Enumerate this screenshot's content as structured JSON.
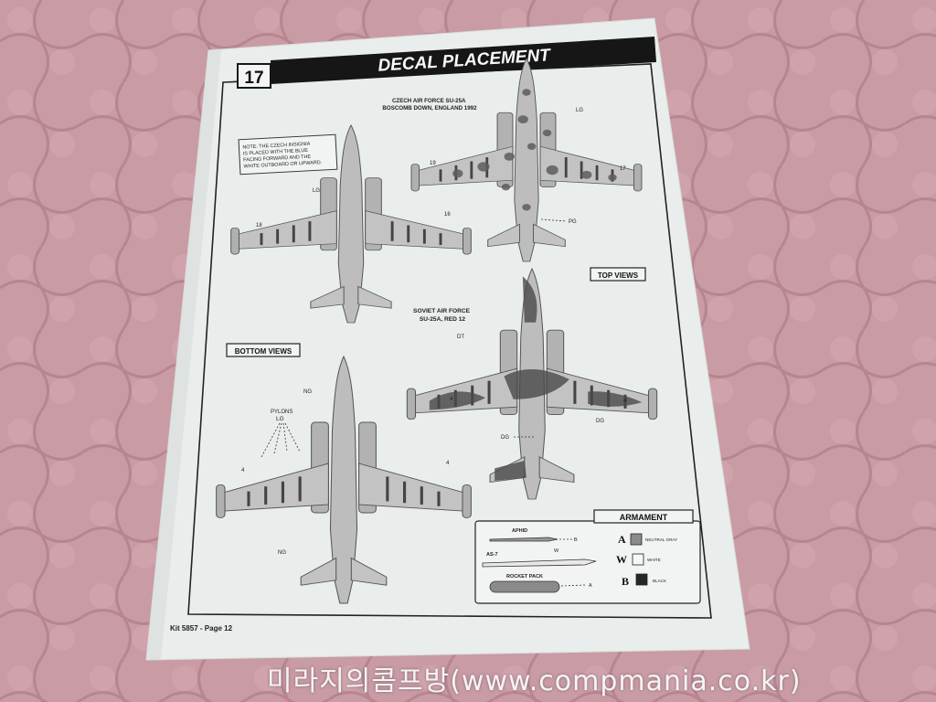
{
  "sheet": {
    "step_number": "17",
    "header_title": "DECAL PLACEMENT",
    "note": [
      "NOTE: THE CZECH INSIGNIA",
      "IS PLACED WITH THE BLUE",
      "FACING FORWARD AND THE",
      "WHITE OUTBOARD OR UPWARD."
    ],
    "czech_caption": [
      "CZECH AIR FORCE SU-25A",
      "BOSCOMB DOWN, ENGLAND 1992"
    ],
    "soviet_caption": [
      "SOVIET AIR FORCE",
      "SU-25A, RED 12"
    ],
    "top_views_label": "TOP VIEWS",
    "bottom_views_label": "BOTTOM VIEWS",
    "callouts": {
      "lg": "LG",
      "pg": "PG",
      "ng": "NG",
      "dt": "DT",
      "dg": "DG",
      "n4": "4",
      "n16": "16",
      "n17": "17",
      "n18": "18",
      "n19": "19",
      "pylons": "PYLONS"
    },
    "armament": {
      "title": "ARMAMENT",
      "weapons": [
        "APHID",
        "AS-7",
        "ROCKET PACK"
      ],
      "weapon_codes": [
        "B",
        "W",
        "A"
      ],
      "colors": [
        {
          "code": "A",
          "name": "NEUTRAL GRAY",
          "hex": "#8a8a8a"
        },
        {
          "code": "W",
          "name": "WHITE",
          "hex": "#f6f6f6"
        },
        {
          "code": "B",
          "name": "BLACK",
          "hex": "#262626"
        }
      ]
    },
    "footer": "Kit 5857 - Page 12"
  },
  "watermark": "미라지의콤프방(www.compmania.co.kr)"
}
